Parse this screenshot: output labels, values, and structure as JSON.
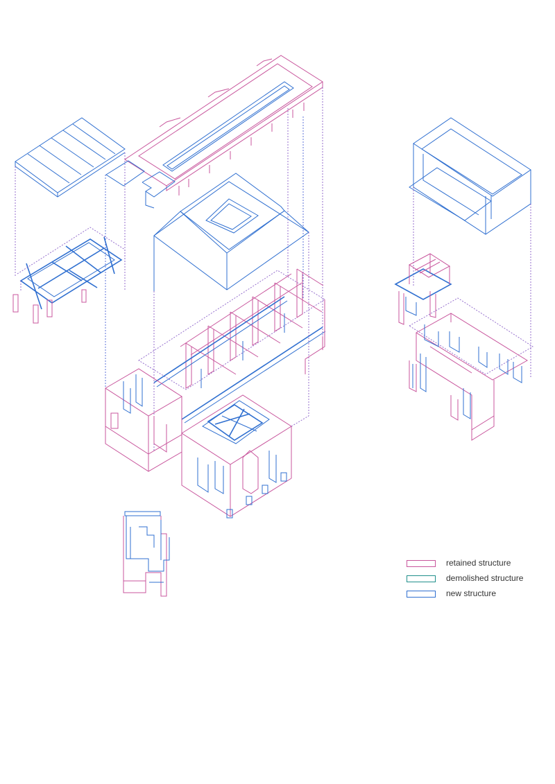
{
  "legend": {
    "items": [
      {
        "label": "retained structure",
        "color": "#c8559c"
      },
      {
        "label": "demolished structure",
        "color": "#1f8f8a"
      },
      {
        "label": "new structure",
        "color": "#2f6fd0"
      }
    ]
  }
}
